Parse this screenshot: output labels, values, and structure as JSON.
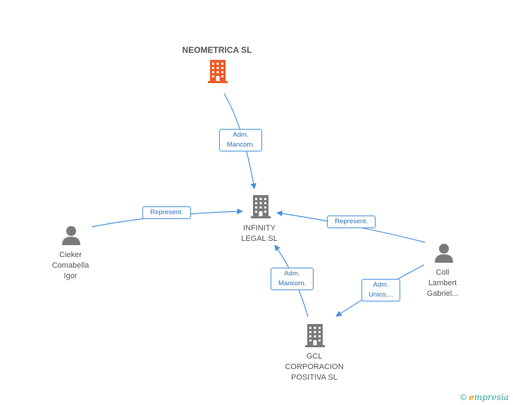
{
  "colors": {
    "edge": "#4a90d9",
    "highlight_company": "#f05a28",
    "company": "#7a7a7a",
    "person": "#7a7a7a"
  },
  "nodes": {
    "neometrica": {
      "label": "NEOMETRICA SL",
      "icon": "building-icon"
    },
    "infinity": {
      "label": "INFINITY\nLEGAL SL",
      "icon": "building-icon"
    },
    "gcl": {
      "label": "GCL\nCORPORACION\nPOSITIVA SL",
      "icon": "building-icon"
    },
    "cieker": {
      "label": "Cieker\nComabella\nIgor",
      "icon": "person-icon"
    },
    "coll": {
      "label": "Coll\nLambert\nGabriel...",
      "icon": "person-icon"
    }
  },
  "edges": {
    "neometrica_infinity": "Adm.\nMancom.",
    "cieker_infinity": "Represent.",
    "coll_infinity": "Represent.",
    "gcl_infinity": "Adm.\nMancom.",
    "coll_gcl": "Adm.\nUnico,..."
  },
  "footer": {
    "copyright": "©",
    "brand_initial": "e",
    "brand_rest": "mpresia"
  }
}
